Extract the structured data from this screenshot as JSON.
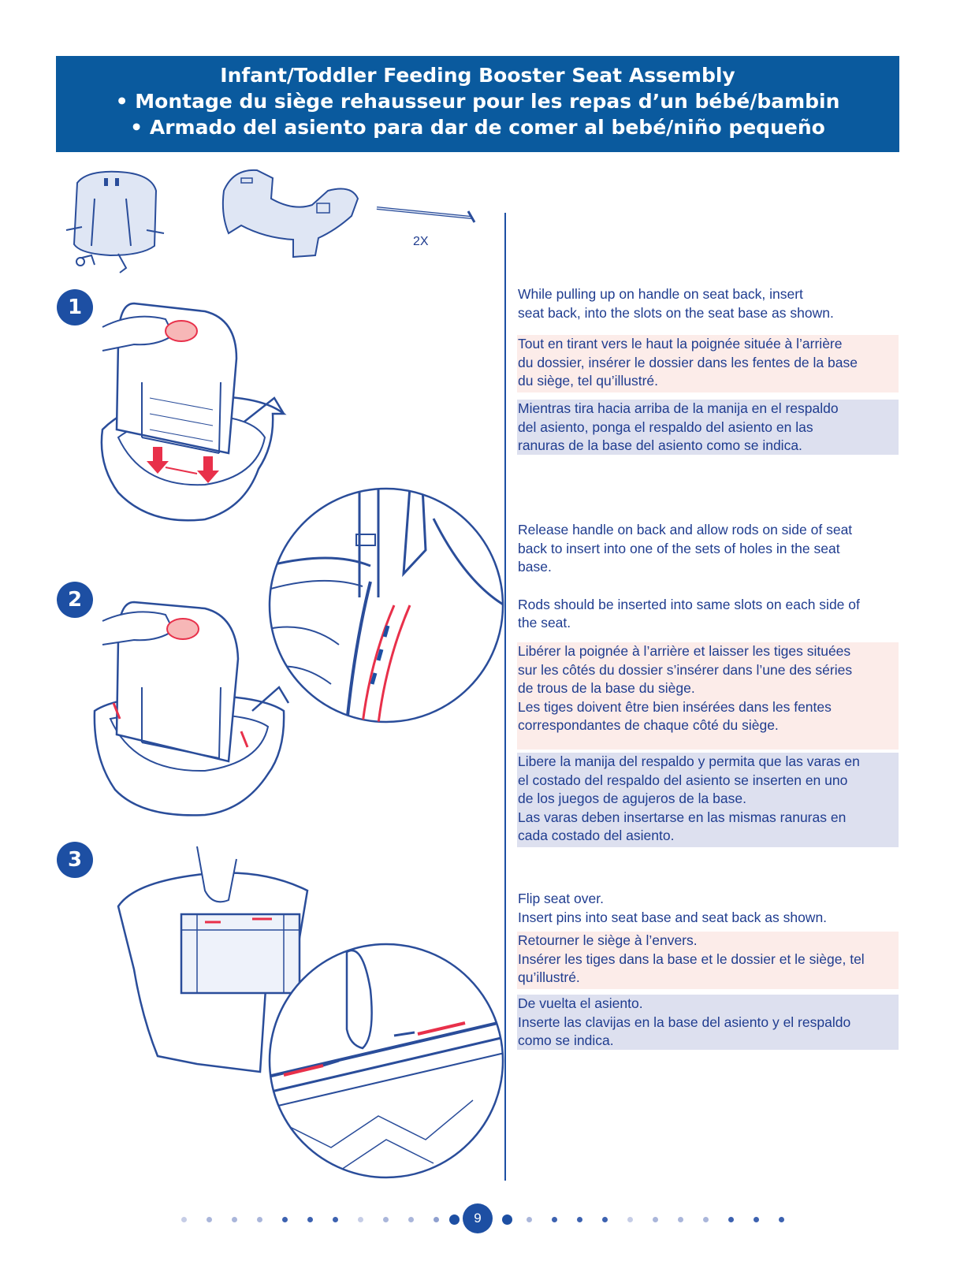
{
  "header": {
    "title_en": "Infant/Toddler Feeding Booster Seat Assembly",
    "title_fr": "• Montage du siège rehausseur pour les repas d’un bébé/bambin",
    "title_es": "• Armado del asiento para dar de comer al bebé/niño pequeño"
  },
  "parts": {
    "quantity_label": "2X"
  },
  "steps": [
    {
      "number": "1",
      "en": [
        "While pulling up on handle on seat back, insert",
        "seat back, into the slots on the seat base as shown."
      ],
      "fr": [
        "Tout en tirant vers le haut la poignée située à l’arrière",
        "du dossier, insérer le dossier dans les fentes de la base",
        "du siège, tel qu’illustré."
      ],
      "es": [
        "Mientras tira hacia arriba de la manija en el respaldo",
        "del asiento, ponga el respaldo del asiento en las",
        "ranuras de la base del asiento como se indica."
      ]
    },
    {
      "number": "2",
      "en": [
        "Release handle on back and allow rods on side of seat",
        "back to insert into one of the sets of holes in the seat",
        "base.",
        "",
        "Rods should be inserted into same slots on each side of",
        "the seat."
      ],
      "fr": [
        "Libérer la poignée à l’arrière et laisser les tiges situées",
        "sur les côtés du dossier s’insérer dans l’une des séries",
        "de trous de la base du siège.",
        "Les tiges doivent être bien insérées dans les fentes",
        "correspondantes de chaque côté du siège."
      ],
      "es": [
        "Libere la manija del respaldo y permita que las varas en",
        "el costado del respaldo del asiento se inserten en uno",
        "de los juegos de agujeros de la base.",
        "Las varas deben insertarse en las mismas ranuras en",
        "cada costado del asiento."
      ]
    },
    {
      "number": "3",
      "en": [
        "Flip seat over.",
        "Insert pins into seat base and seat back as shown."
      ],
      "fr": [
        "Retourner le siège à l’envers.",
        "Insérer les tiges dans la base et le dossier et le siège, tel",
        "qu’illustré."
      ],
      "es": [
        "De vuelta el asiento.",
        "Inserte las clavijas en la base del asiento y el respaldo",
        "como se indica."
      ]
    }
  ],
  "footer": {
    "page_number": "9"
  },
  "colors": {
    "header_bg": "#0a5a9e",
    "text_blue": "#1f3c8f",
    "french_bg": "#fcece9",
    "spanish_bg": "#dde0ef",
    "accent_red": "#e8304a"
  }
}
